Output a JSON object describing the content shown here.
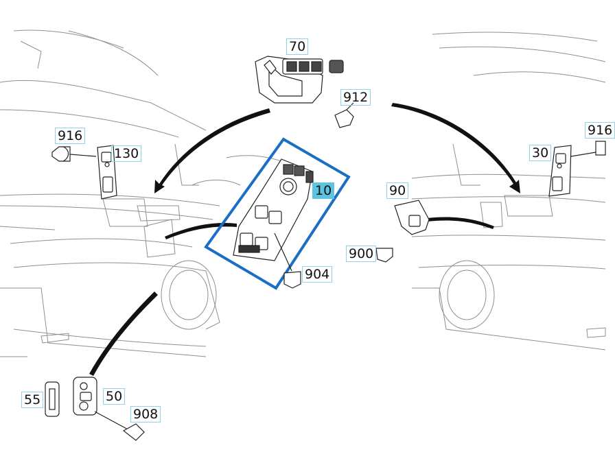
{
  "diagram": {
    "selected_part": "10",
    "callouts": [
      {
        "id": "70",
        "label": "70"
      },
      {
        "id": "912",
        "label": "912"
      },
      {
        "id": "916",
        "label": "916"
      },
      {
        "id": "130",
        "label": "130"
      },
      {
        "id": "10",
        "label": "10"
      },
      {
        "id": "916r",
        "label": "916"
      },
      {
        "id": "30",
        "label": "30"
      },
      {
        "id": "90",
        "label": "90"
      },
      {
        "id": "900",
        "label": "900"
      },
      {
        "id": "904",
        "label": "904"
      },
      {
        "id": "55",
        "label": "55"
      },
      {
        "id": "50",
        "label": "50"
      },
      {
        "id": "908",
        "label": "908"
      }
    ]
  },
  "colors": {
    "line": "#222222",
    "highlight": "#1a6fc4",
    "callout_border": "#8fd3e8",
    "callout_active": "#5cc3e0"
  }
}
